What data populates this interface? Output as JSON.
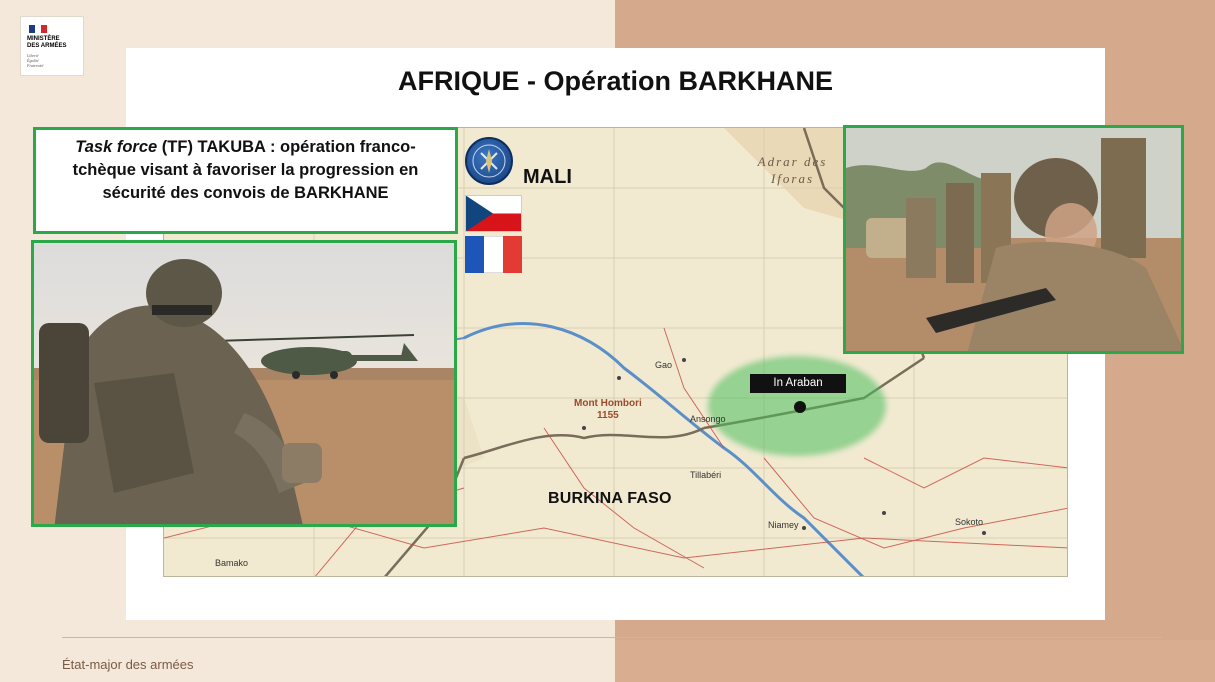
{
  "header": {
    "logo_text": "MINISTÈRE\nDES ARMÉES",
    "logo_motto": "Liberté\nÉgalité\nFraternité",
    "title": "AFRIQUE - Opération BARKHANE"
  },
  "task_box": {
    "italic_part": "Task force",
    "text": " (TF) TAKUBA : opération franco-tchèque visant à favoriser la progression en sécurité des convois de BARKHANE"
  },
  "map": {
    "label_mali": "MALI",
    "label_burkina": "BURKINA FASO",
    "label_adrar": "Adrar des Iforas",
    "label_hombori": "Mont Hombori\n1155",
    "label_araban": "In Araban",
    "towns": [
      "Gao",
      "Niamey",
      "Bamako",
      "Sokoto",
      "Tillabéri",
      "Ansongo"
    ]
  },
  "footer": {
    "text": "État-major des armées"
  },
  "colors": {
    "accent_green": "#2aa84a",
    "left_bg": "#f4e8db",
    "right_bg": "#d4a98c"
  }
}
